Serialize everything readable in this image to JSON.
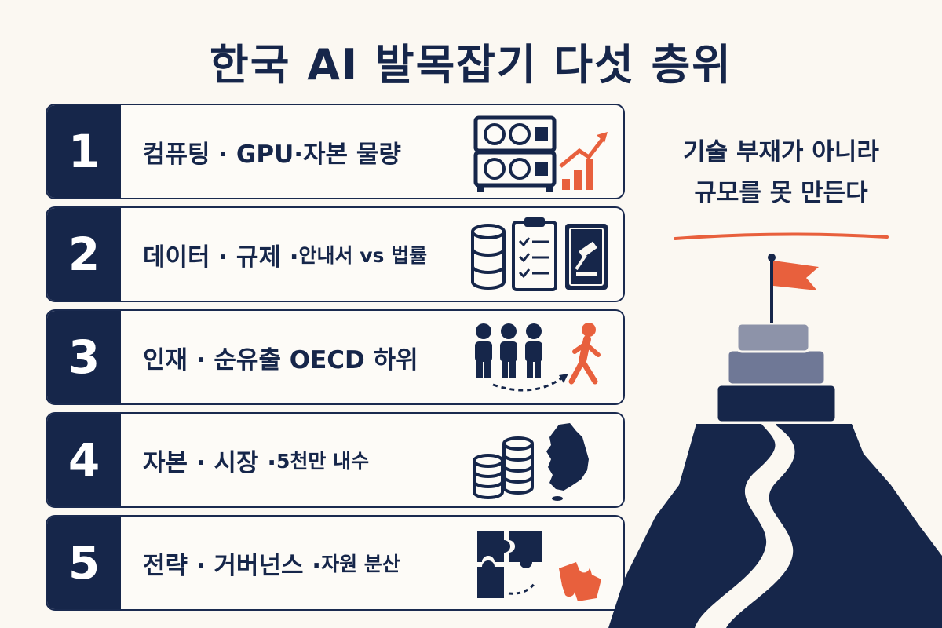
{
  "title": "한국 AI 발목잡기 다섯 층위",
  "rows": [
    {
      "number": "1",
      "label": "컴퓨팅 · GPU·자본 물량",
      "label_small": "",
      "icons": [
        "server-icon",
        "growth-chart-icon"
      ]
    },
    {
      "number": "2",
      "label": "데이터 · 규제 · ",
      "label_small": "안내서 vs 법률",
      "icons": [
        "database-icon",
        "clipboard-checklist-icon",
        "gavel-book-icon"
      ]
    },
    {
      "number": "3",
      "label": "인재 · 순유출 OECD 하위",
      "label_small": "",
      "icons": [
        "people-icon",
        "walking-person-icon"
      ]
    },
    {
      "number": "4",
      "label": "자본 · 시장 · ",
      "label_small": "5천만 내수",
      "icons": [
        "coin-stack-icon",
        "korea-map-icon"
      ]
    },
    {
      "number": "5",
      "label": "전략 · 거버넌스 · ",
      "label_small": "자원 분산",
      "icons": [
        "puzzle-icon",
        "puzzle-piece-icon"
      ]
    }
  ],
  "quote": {
    "line1": "기술 부재가 아니라",
    "line2": "규모를 못 만든다"
  },
  "colors": {
    "navy": "#16264a",
    "accent": "#e8603d",
    "background": "#fbf8f2"
  }
}
